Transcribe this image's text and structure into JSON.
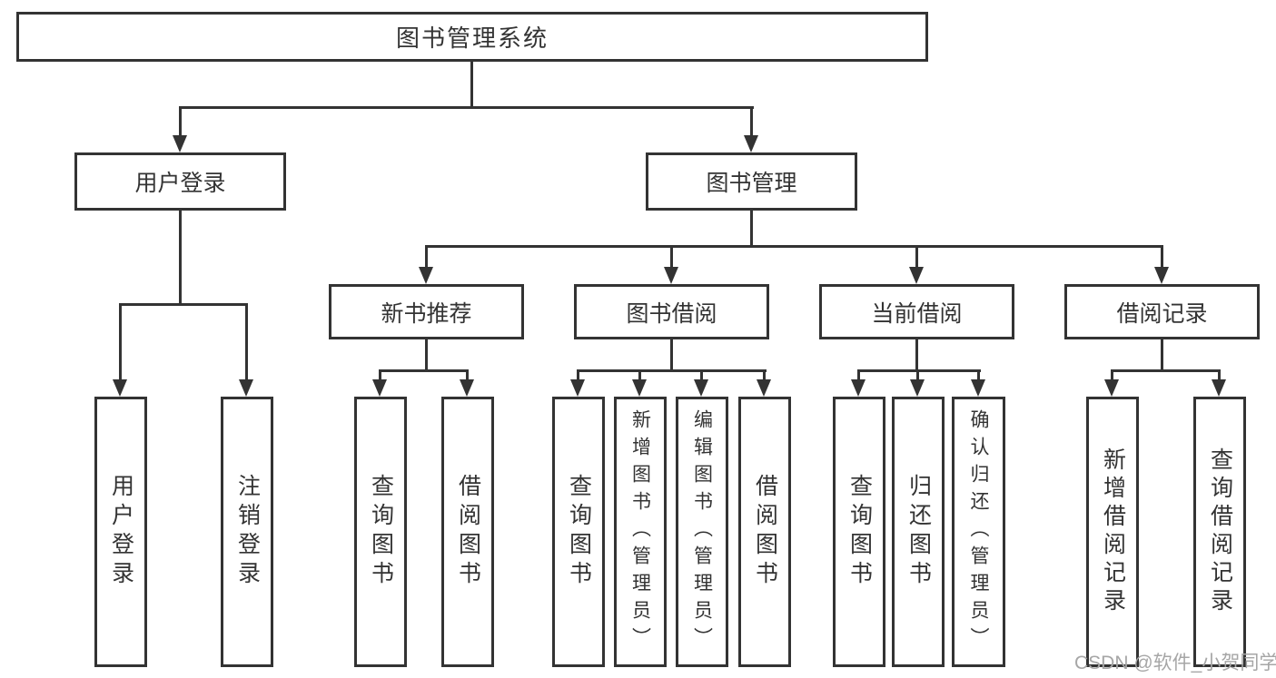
{
  "title": "图书管理系统",
  "watermark": "CSDN @软件_小贺同学",
  "colors": {
    "line": "#333333",
    "text": "#333333",
    "box_background": "#ffffff",
    "watermark": "#a6a6a6"
  },
  "nodes": {
    "root": {
      "label": "图书管理系统"
    },
    "level2": [
      {
        "label": "用户登录"
      },
      {
        "label": "图书管理"
      }
    ],
    "level3": [
      {
        "label": "新书推荐",
        "parent": "图书管理"
      },
      {
        "label": "图书借阅",
        "parent": "图书管理"
      },
      {
        "label": "当前借阅",
        "parent": "图书管理"
      },
      {
        "label": "借阅记录",
        "parent": "图书管理"
      }
    ],
    "leaves": [
      {
        "label": "用户登录",
        "parent": "用户登录"
      },
      {
        "label": "注销登录",
        "parent": "用户登录"
      },
      {
        "label": "查询图书",
        "parent": "新书推荐"
      },
      {
        "label": "借阅图书",
        "parent": "新书推荐"
      },
      {
        "label": "查询图书",
        "parent": "图书借阅"
      },
      {
        "label": "新增图书（管理员）",
        "parent": "图书借阅"
      },
      {
        "label": "编辑图书（管理员）",
        "parent": "图书借阅"
      },
      {
        "label": "借阅图书",
        "parent": "图书借阅"
      },
      {
        "label": "查询图书",
        "parent": "当前借阅"
      },
      {
        "label": "归还图书",
        "parent": "当前借阅"
      },
      {
        "label": "确认归还（管理员）",
        "parent": "当前借阅"
      },
      {
        "label": "新增借阅记录",
        "parent": "借阅记录"
      },
      {
        "label": "查询借阅记录",
        "parent": "借阅记录"
      }
    ]
  }
}
